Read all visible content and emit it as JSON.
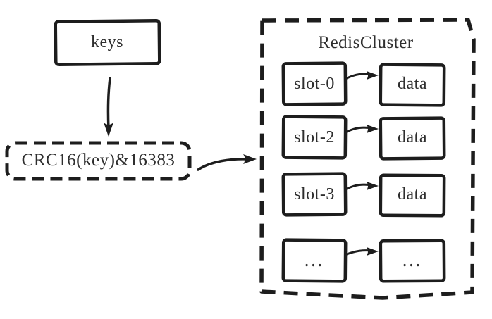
{
  "diagram": {
    "keys_label": "keys",
    "hash_label": "CRC16(key)&16383",
    "cluster": {
      "title": "RedisCluster",
      "rows": [
        {
          "slot": "slot-0",
          "data": "data"
        },
        {
          "slot": "slot-2",
          "data": "data"
        },
        {
          "slot": "slot-3",
          "data": "data"
        },
        {
          "slot": "…",
          "data": "…"
        }
      ]
    },
    "colors": {
      "ink": "#1d1d1d",
      "text": "#2e2e2e",
      "background": "#ffffff"
    }
  }
}
